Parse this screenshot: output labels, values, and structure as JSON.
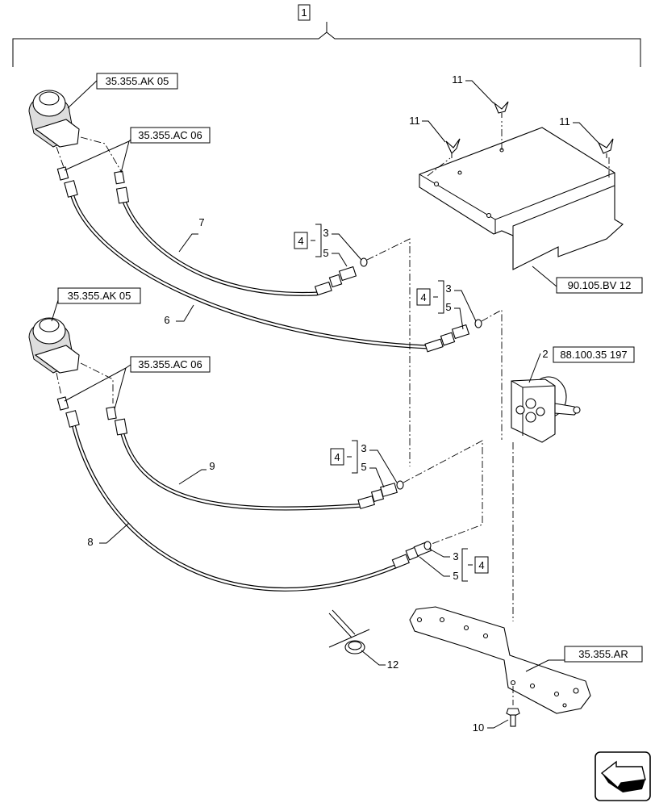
{
  "assembly_ref": "1",
  "references": {
    "joystick_top": "35.355.AK 05",
    "coupler_top": "35.355.AC 06",
    "joystick_bottom": "35.355.AK 05",
    "coupler_bottom": "35.355.AC 06",
    "bracket": "90.105.BV 12",
    "valve": "88.100.35 197",
    "plate": "35.355.AR"
  },
  "callouts": {
    "hose_7": "7",
    "hose_6": "6",
    "hose_9": "9",
    "hose_8": "8",
    "valve_2": "2",
    "screw_10": "10",
    "clamp_12": "12",
    "wing_a": "11",
    "wing_b": "11",
    "wing_c": "11",
    "kitA_box": "4",
    "kitA_top": "3",
    "kitA_bot": "5",
    "kitB_box": "4",
    "kitB_top": "3",
    "kitB_bot": "5",
    "kitC_box": "4",
    "kitC_top": "3",
    "kitC_bot": "5",
    "kitD_box": "4",
    "kitD_top": "3",
    "kitD_bot": "5"
  },
  "icons": {
    "nav": "back-arrow-icon"
  }
}
